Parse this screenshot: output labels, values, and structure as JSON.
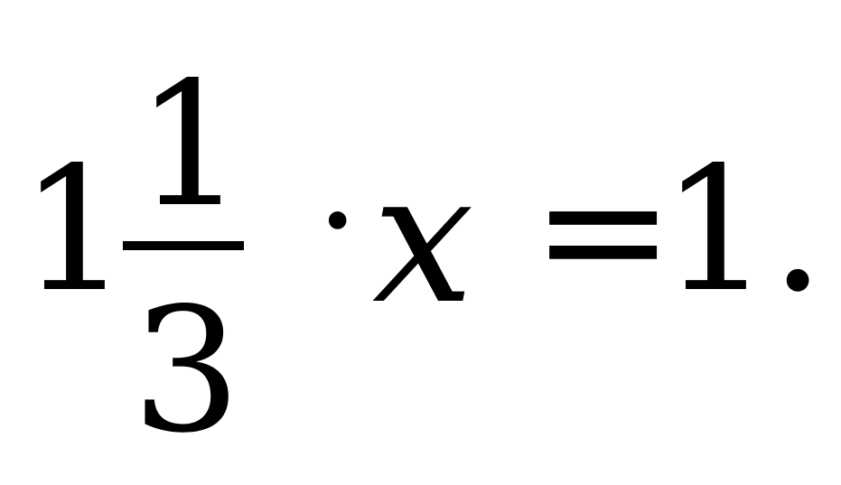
{
  "equation": {
    "whole": "1",
    "numerator": "1",
    "denominator": "3",
    "operator": "·",
    "variable": "x",
    "equals": "=",
    "rhs": "1."
  },
  "colors": {
    "background": "#ffffff",
    "text": "#000000"
  }
}
